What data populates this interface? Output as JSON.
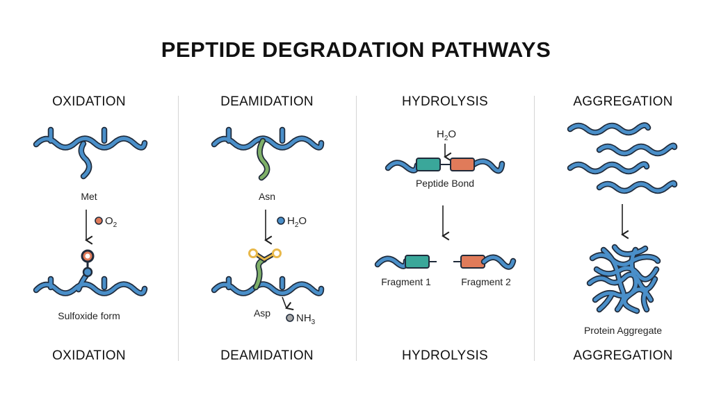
{
  "title": "PEPTIDE DEGRADATION PATHWAYS",
  "columns": [
    {
      "heading": "OXIDATION",
      "footer": "OXIDATION",
      "residue_label": "Met",
      "reagent": "O",
      "reagent_sub": "2",
      "reagent_color": "#e07b5a",
      "product_label": "Sulfoxide form"
    },
    {
      "heading": "DEAMIDATION",
      "footer": "DEAMIDATION",
      "residue_label": "Asn",
      "reagent": "H",
      "reagent_sub": "2",
      "reagent_tail": "O",
      "reagent_color": "#4a8fc9",
      "product_label": "Asp",
      "byproduct": "NH",
      "byproduct_sub": "3",
      "byproduct_color": "#a9a9a9"
    },
    {
      "heading": "HYDROLYSIS",
      "footer": "HYDROLYSIS",
      "reagent": "H",
      "reagent_sub": "2",
      "reagent_tail": "O",
      "bond_label": "Peptide Bond",
      "fragment_1": "Fragment 1",
      "fragment_2": "Fragment 2"
    },
    {
      "heading": "AGGREGATION",
      "footer": "AGGREGATION",
      "product_label": "Protein Aggregate"
    }
  ],
  "colors": {
    "chain": "#4a8fc9",
    "outline": "#1f2a3a",
    "residue_green": "#7fb069",
    "oxygen": "#e8b84a",
    "teal_block": "#3aa79a",
    "orange_block": "#e07b5a"
  }
}
